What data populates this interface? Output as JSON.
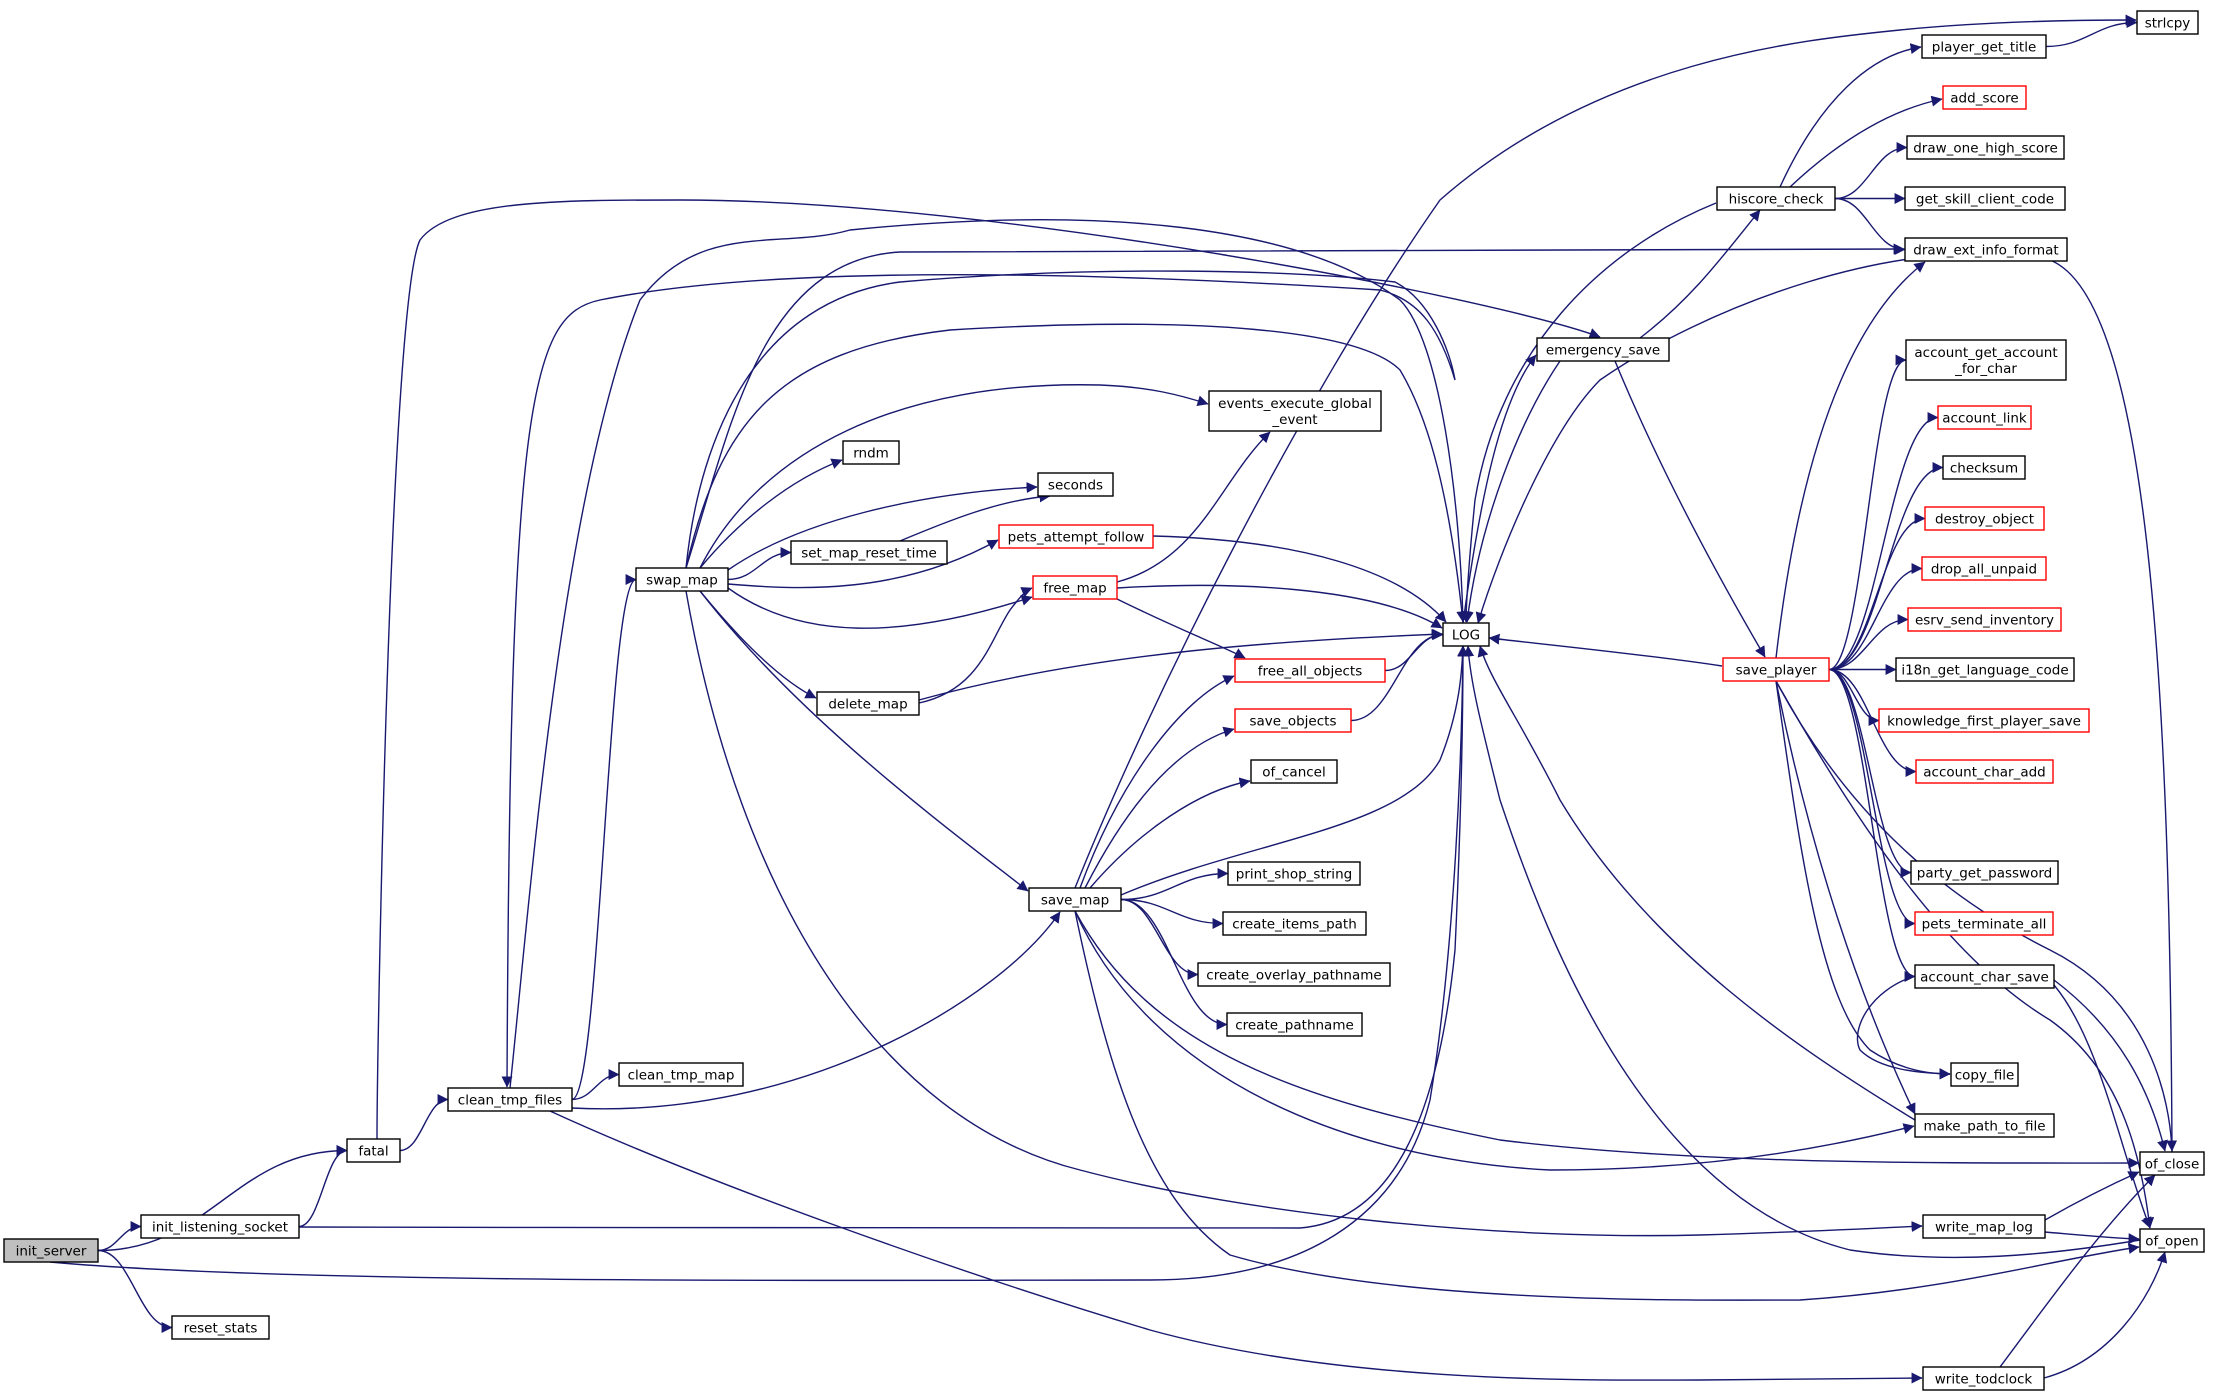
{
  "colors": {
    "edge": "#191970",
    "border": "#000000",
    "incomplete_border": "#ff0000",
    "root_fill": "#bfbfbf",
    "background": "#ffffff"
  },
  "nodes": {
    "init_server": {
      "lines": [
        "init_server"
      ],
      "style": "root"
    },
    "init_listening_socket": {
      "lines": [
        "init_listening_socket"
      ],
      "style": "normal"
    },
    "reset_stats": {
      "lines": [
        "reset_stats"
      ],
      "style": "normal"
    },
    "fatal": {
      "lines": [
        "fatal"
      ],
      "style": "normal"
    },
    "clean_tmp_files": {
      "lines": [
        "clean_tmp_files"
      ],
      "style": "normal"
    },
    "clean_tmp_map": {
      "lines": [
        "clean_tmp_map"
      ],
      "style": "normal"
    },
    "swap_map": {
      "lines": [
        "swap_map"
      ],
      "style": "normal"
    },
    "rndm": {
      "lines": [
        "rndm"
      ],
      "style": "normal"
    },
    "seconds": {
      "lines": [
        "seconds"
      ],
      "style": "normal"
    },
    "set_map_reset_time": {
      "lines": [
        "set_map_reset_time"
      ],
      "style": "normal"
    },
    "pets_attempt_follow": {
      "lines": [
        "pets_attempt_follow"
      ],
      "style": "red"
    },
    "free_map": {
      "lines": [
        "free_map"
      ],
      "style": "red"
    },
    "delete_map": {
      "lines": [
        "delete_map"
      ],
      "style": "normal"
    },
    "events_execute_global_event": {
      "lines": [
        "events_execute_global",
        "_event"
      ],
      "style": "normal"
    },
    "save_map": {
      "lines": [
        "save_map"
      ],
      "style": "normal"
    },
    "free_all_objects": {
      "lines": [
        "free_all_objects"
      ],
      "style": "red"
    },
    "save_objects": {
      "lines": [
        "save_objects"
      ],
      "style": "red"
    },
    "of_cancel": {
      "lines": [
        "of_cancel"
      ],
      "style": "normal"
    },
    "print_shop_string": {
      "lines": [
        "print_shop_string"
      ],
      "style": "normal"
    },
    "create_items_path": {
      "lines": [
        "create_items_path"
      ],
      "style": "normal"
    },
    "create_overlay_pathname": {
      "lines": [
        "create_overlay_pathname"
      ],
      "style": "normal"
    },
    "create_pathname": {
      "lines": [
        "create_pathname"
      ],
      "style": "normal"
    },
    "LOG": {
      "lines": [
        "LOG"
      ],
      "style": "normal"
    },
    "emergency_save": {
      "lines": [
        "emergency_save"
      ],
      "style": "normal"
    },
    "hiscore_check": {
      "lines": [
        "hiscore_check"
      ],
      "style": "normal"
    },
    "save_player": {
      "lines": [
        "save_player"
      ],
      "style": "red"
    },
    "strlcpy": {
      "lines": [
        "strlcpy"
      ],
      "style": "normal"
    },
    "player_get_title": {
      "lines": [
        "player_get_title"
      ],
      "style": "normal"
    },
    "add_score": {
      "lines": [
        "add_score"
      ],
      "style": "red"
    },
    "draw_one_high_score": {
      "lines": [
        "draw_one_high_score"
      ],
      "style": "normal"
    },
    "get_skill_client_code": {
      "lines": [
        "get_skill_client_code"
      ],
      "style": "normal"
    },
    "draw_ext_info_format": {
      "lines": [
        "draw_ext_info_format"
      ],
      "style": "normal"
    },
    "account_get_account_for_char": {
      "lines": [
        "account_get_account",
        "_for_char"
      ],
      "style": "normal"
    },
    "account_link": {
      "lines": [
        "account_link"
      ],
      "style": "red"
    },
    "checksum": {
      "lines": [
        "checksum"
      ],
      "style": "normal"
    },
    "destroy_object": {
      "lines": [
        "destroy_object"
      ],
      "style": "red"
    },
    "drop_all_unpaid": {
      "lines": [
        "drop_all_unpaid"
      ],
      "style": "red"
    },
    "esrv_send_inventory": {
      "lines": [
        "esrv_send_inventory"
      ],
      "style": "red"
    },
    "i18n_get_language_code": {
      "lines": [
        "i18n_get_language_code"
      ],
      "style": "normal"
    },
    "knowledge_first_player_save": {
      "lines": [
        "knowledge_first_player_save"
      ],
      "style": "red"
    },
    "account_char_add": {
      "lines": [
        "account_char_add"
      ],
      "style": "red"
    },
    "party_get_password": {
      "lines": [
        "party_get_password"
      ],
      "style": "normal"
    },
    "pets_terminate_all": {
      "lines": [
        "pets_terminate_all"
      ],
      "style": "red"
    },
    "account_char_save": {
      "lines": [
        "account_char_save"
      ],
      "style": "normal"
    },
    "copy_file": {
      "lines": [
        "copy_file"
      ],
      "style": "normal"
    },
    "make_path_to_file": {
      "lines": [
        "make_path_to_file"
      ],
      "style": "normal"
    },
    "of_close": {
      "lines": [
        "of_close"
      ],
      "style": "normal"
    },
    "write_map_log": {
      "lines": [
        "write_map_log"
      ],
      "style": "normal"
    },
    "of_open": {
      "lines": [
        "of_open"
      ],
      "style": "normal"
    },
    "write_todclock": {
      "lines": [
        "write_todclock"
      ],
      "style": "normal"
    }
  },
  "edges": [
    [
      "init_server",
      "fatal"
    ],
    [
      "init_server",
      "init_listening_socket"
    ],
    [
      "init_server",
      "LOG"
    ],
    [
      "init_server",
      "reset_stats"
    ],
    [
      "init_listening_socket",
      "fatal"
    ],
    [
      "init_listening_socket",
      "LOG"
    ],
    [
      "fatal",
      "clean_tmp_files"
    ],
    [
      "fatal",
      "emergency_save"
    ],
    [
      "clean_tmp_files",
      "clean_tmp_map"
    ],
    [
      "clean_tmp_files",
      "swap_map"
    ],
    [
      "clean_tmp_files",
      "save_map"
    ],
    [
      "clean_tmp_files",
      "write_todclock"
    ],
    [
      "clean_tmp_files",
      "LOG"
    ],
    [
      "swap_map",
      "draw_ext_info_format"
    ],
    [
      "swap_map",
      "clean_tmp_files"
    ],
    [
      "swap_map",
      "LOG"
    ],
    [
      "swap_map",
      "events_execute_global_event"
    ],
    [
      "swap_map",
      "rndm"
    ],
    [
      "swap_map",
      "seconds"
    ],
    [
      "swap_map",
      "set_map_reset_time"
    ],
    [
      "swap_map",
      "pets_attempt_follow"
    ],
    [
      "swap_map",
      "free_map"
    ],
    [
      "swap_map",
      "delete_map"
    ],
    [
      "swap_map",
      "save_map"
    ],
    [
      "swap_map",
      "write_map_log"
    ],
    [
      "set_map_reset_time",
      "seconds"
    ],
    [
      "pets_attempt_follow",
      "LOG"
    ],
    [
      "free_map",
      "events_execute_global_event"
    ],
    [
      "free_map",
      "LOG"
    ],
    [
      "free_map",
      "free_all_objects"
    ],
    [
      "delete_map",
      "free_map"
    ],
    [
      "delete_map",
      "LOG"
    ],
    [
      "save_map",
      "strlcpy"
    ],
    [
      "save_map",
      "free_all_objects"
    ],
    [
      "save_map",
      "save_objects"
    ],
    [
      "save_map",
      "of_cancel"
    ],
    [
      "save_map",
      "LOG"
    ],
    [
      "save_map",
      "print_shop_string"
    ],
    [
      "save_map",
      "create_items_path"
    ],
    [
      "save_map",
      "create_overlay_pathname"
    ],
    [
      "save_map",
      "create_pathname"
    ],
    [
      "save_map",
      "make_path_to_file"
    ],
    [
      "save_map",
      "of_close"
    ],
    [
      "save_map",
      "of_open"
    ],
    [
      "free_all_objects",
      "LOG"
    ],
    [
      "save_objects",
      "LOG"
    ],
    [
      "LOG",
      "emergency_save"
    ],
    [
      "emergency_save",
      "LOG"
    ],
    [
      "emergency_save",
      "hiscore_check"
    ],
    [
      "emergency_save",
      "save_player"
    ],
    [
      "hiscore_check",
      "LOG"
    ],
    [
      "hiscore_check",
      "player_get_title"
    ],
    [
      "hiscore_check",
      "add_score"
    ],
    [
      "hiscore_check",
      "draw_one_high_score"
    ],
    [
      "hiscore_check",
      "get_skill_client_code"
    ],
    [
      "hiscore_check",
      "draw_ext_info_format"
    ],
    [
      "player_get_title",
      "strlcpy"
    ],
    [
      "save_player",
      "LOG"
    ],
    [
      "save_player",
      "draw_ext_info_format"
    ],
    [
      "save_player",
      "account_get_account_for_char"
    ],
    [
      "save_player",
      "account_link"
    ],
    [
      "save_player",
      "checksum"
    ],
    [
      "save_player",
      "destroy_object"
    ],
    [
      "save_player",
      "drop_all_unpaid"
    ],
    [
      "save_player",
      "esrv_send_inventory"
    ],
    [
      "save_player",
      "i18n_get_language_code"
    ],
    [
      "save_player",
      "knowledge_first_player_save"
    ],
    [
      "save_player",
      "account_char_add"
    ],
    [
      "save_player",
      "party_get_password"
    ],
    [
      "save_player",
      "pets_terminate_all"
    ],
    [
      "save_player",
      "account_char_save"
    ],
    [
      "save_player",
      "copy_file"
    ],
    [
      "save_player",
      "make_path_to_file"
    ],
    [
      "save_player",
      "of_close"
    ],
    [
      "save_player",
      "of_open"
    ],
    [
      "account_char_save",
      "copy_file"
    ],
    [
      "account_char_save",
      "of_close"
    ],
    [
      "account_char_save",
      "of_open"
    ],
    [
      "of_close",
      "LOG"
    ],
    [
      "make_path_to_file",
      "LOG"
    ],
    [
      "write_map_log",
      "of_close"
    ],
    [
      "write_map_log",
      "of_open"
    ],
    [
      "of_open",
      "LOG"
    ],
    [
      "write_todclock",
      "of_close"
    ],
    [
      "write_todclock",
      "of_open"
    ]
  ]
}
